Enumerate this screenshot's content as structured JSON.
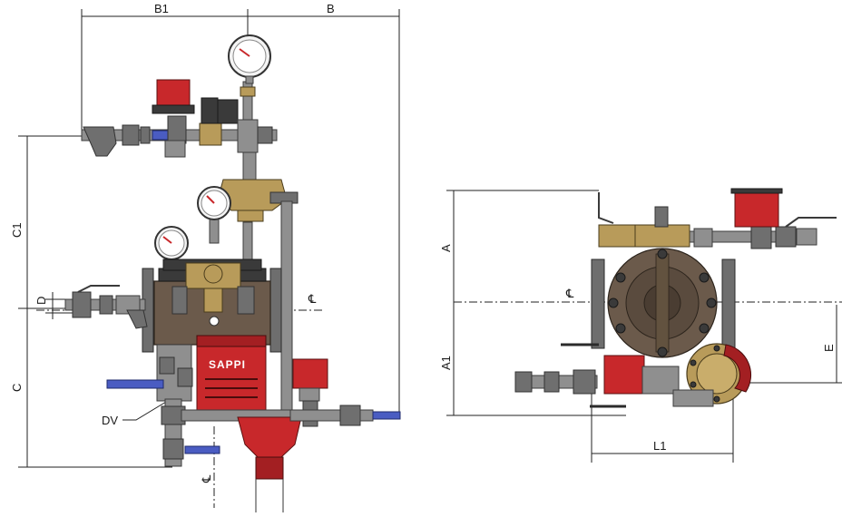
{
  "labels": {
    "b1": "B1",
    "b": "B",
    "c1": "C1",
    "d": "D",
    "c": "C",
    "dv": "DV",
    "a": "A",
    "a1": "A1",
    "e": "E",
    "l1": "L1",
    "centerline": "℄",
    "brand": "SAPPI"
  },
  "colors": {
    "valve_red": "#c8282b",
    "handle_blue": "#4a5cc2",
    "brass": "#b89b5a",
    "body_brown": "#6b5a4b"
  }
}
